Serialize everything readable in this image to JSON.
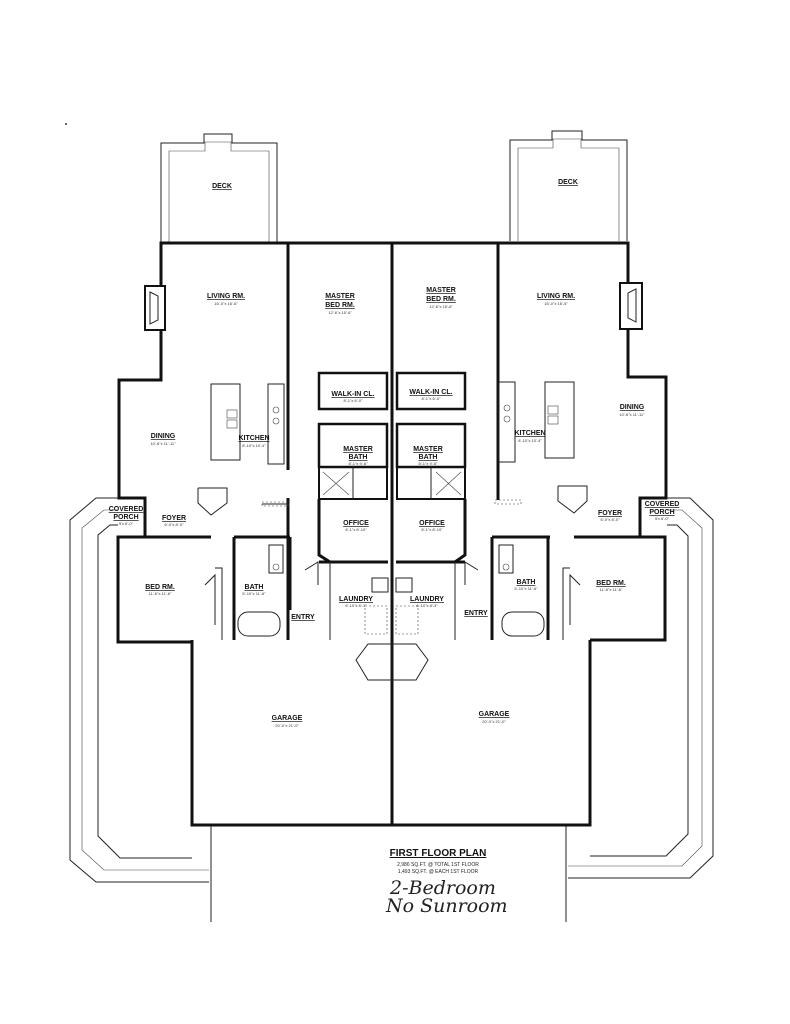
{
  "title_block": {
    "title": "FIRST FLOOR PLAN",
    "line1": "2,986 SQ.FT. @ TOTAL 1ST FLOOR",
    "line2": "1,493 SQ.FT. @ EACH 1ST FLOOR",
    "handwritten_line1": "2-Bedroom",
    "handwritten_line2": "No Sunroom"
  },
  "rooms": {
    "deck_left": {
      "name": "DECK"
    },
    "deck_right": {
      "name": "DECK"
    },
    "living_left": {
      "name": "LIVING RM.",
      "dim": "16'-0\"x 16'-6\""
    },
    "living_right": {
      "name": "LIVING RM.",
      "dim": "16'-0\"x 16'-5\""
    },
    "master_left": {
      "name1": "MASTER",
      "name2": "BED RM.",
      "dim": "12'-6\"x 15'-6\""
    },
    "master_right": {
      "name1": "MASTER",
      "name2": "BED RM.",
      "dim": "12'-6\"x 15'-6\""
    },
    "walkin_left": {
      "name": "WALK-IN CL.",
      "dim": "8'-1\"x 6'-0\""
    },
    "walkin_right": {
      "name": "WALK-IN CL.",
      "dim": "8'-1\"x 6'-0\""
    },
    "mbath_left": {
      "name1": "MASTER",
      "name2": "BATH",
      "dim": "8'-1\"x 9'-6\""
    },
    "mbath_right": {
      "name1": "MASTER",
      "name2": "BATH",
      "dim": "8'-1\"x 9'-6\""
    },
    "dining_left": {
      "name": "DINING",
      "dim": "10'-6\"x 11'-11\""
    },
    "dining_right": {
      "name": "DINING",
      "dim": "10'-6\"x 11'-11\""
    },
    "kitchen_left": {
      "name": "KITCHEN",
      "dim": "8'-10\"x 10'-4\""
    },
    "kitchen_right": {
      "name": "KITCHEN",
      "dim": "8'-10\"x 10'-4\""
    },
    "porch_left": {
      "name1": "COVERED",
      "name2": "PORCH",
      "dim": "5'x 6'-0\""
    },
    "porch_right": {
      "name1": "COVERED",
      "name2": "PORCH",
      "dim": "5'x 6'-0\""
    },
    "foyer_left": {
      "name": "FOYER",
      "dim": "6'-0\"x 8'-0\""
    },
    "foyer_right": {
      "name": "FOYER",
      "dim": "6'-0\"x 8'-0\""
    },
    "office_left": {
      "name": "OFFICE",
      "dim": "8'-1\"x 8'-10\""
    },
    "office_right": {
      "name": "OFFICE",
      "dim": "8'-1\"x 8'-10\""
    },
    "bed_left": {
      "name": "BED RM.",
      "dim": "11'-6\"x 11'-6\""
    },
    "bed_right": {
      "name": "BED RM.",
      "dim": "11'-6\"x 11'-6\""
    },
    "bath_left": {
      "name": "BATH",
      "dim": "5'-10\"x 11'-6\""
    },
    "bath_right": {
      "name": "BATH",
      "dim": "5'-10\"x 11'-6\""
    },
    "laundry_left": {
      "name": "LAUNDRY",
      "dim": "6'-10\"x 8'-3\""
    },
    "laundry_right": {
      "name": "LAUNDRY",
      "dim": "6'-10\"x 8'-3\""
    },
    "entry_left": {
      "name": "ENTRY"
    },
    "entry_right": {
      "name": "ENTRY"
    },
    "garage_left": {
      "name": "GARAGE",
      "dim": "20'-0\"x 21'-0\""
    },
    "garage_right": {
      "name": "GARAGE",
      "dim": "20'-0\"x 21'-0\""
    }
  }
}
